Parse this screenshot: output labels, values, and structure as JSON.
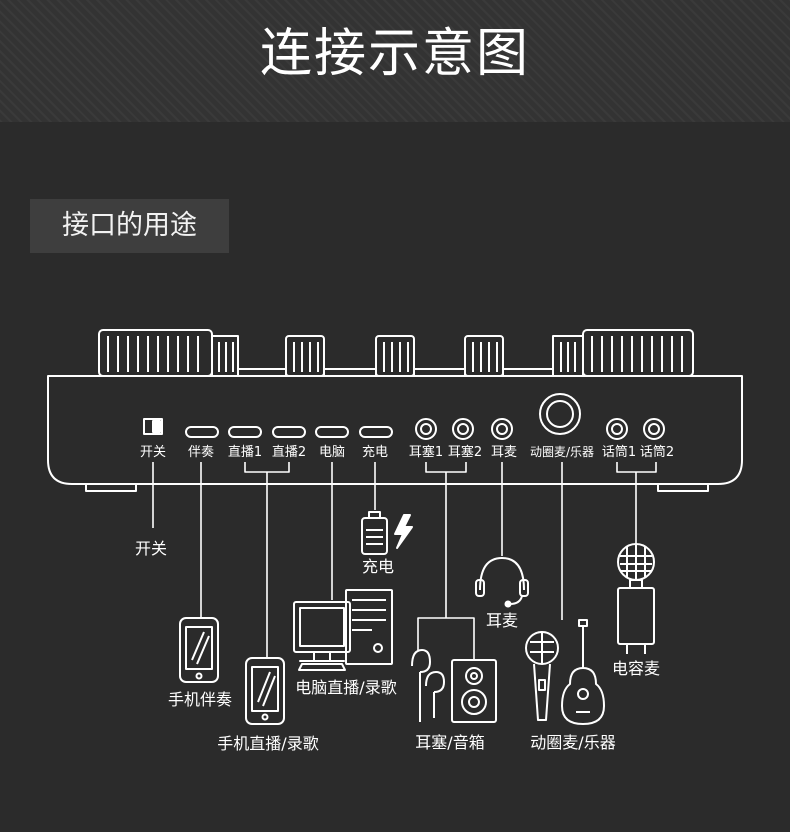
{
  "title": "连接示意图",
  "subtitle": "接口的用途",
  "ports": [
    "开关",
    "伴奏",
    "直播1",
    "直播2",
    "电脑",
    "充电",
    "耳塞1",
    "耳塞2",
    "耳麦",
    "动圈麦/乐器",
    "话筒1",
    "话筒2"
  ],
  "devices": {
    "switch": "开关",
    "charge": "充电",
    "headset": "耳麦",
    "condenser_mic": "电容麦",
    "phone_accompany": "手机伴奏",
    "pc_live": "电脑直播/录歌",
    "phone_live": "手机直播/录歌",
    "earphone_speaker": "耳塞/音箱",
    "dynamic_instrument": "动圈麦/乐器"
  },
  "colors": {
    "background": "#2b2b2b",
    "line": "#ffffff",
    "text": "#ffffff"
  }
}
